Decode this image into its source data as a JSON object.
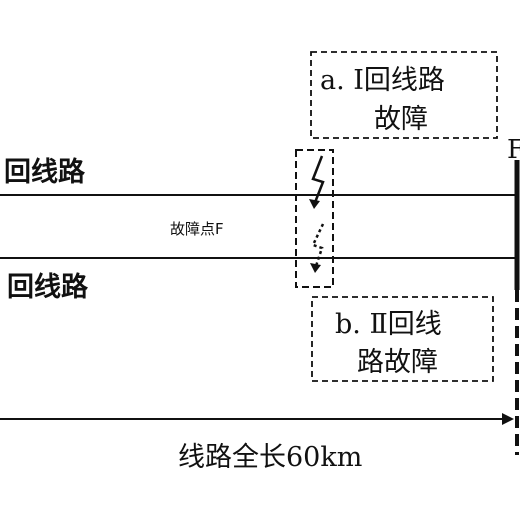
{
  "diagram": {
    "line_top_label": "回线路",
    "line_bottom_label": "回线路",
    "fault_point_label": "故障点F",
    "box_a": {
      "line1": "a. Ⅰ回线路",
      "line2": "故障"
    },
    "box_b": {
      "line1": "b. Ⅱ回线",
      "line2": "路故障"
    },
    "length_label": "线路全长60km",
    "edge_letter": "F"
  },
  "colors": {
    "stroke": "#111111",
    "background": "#ffffff"
  }
}
